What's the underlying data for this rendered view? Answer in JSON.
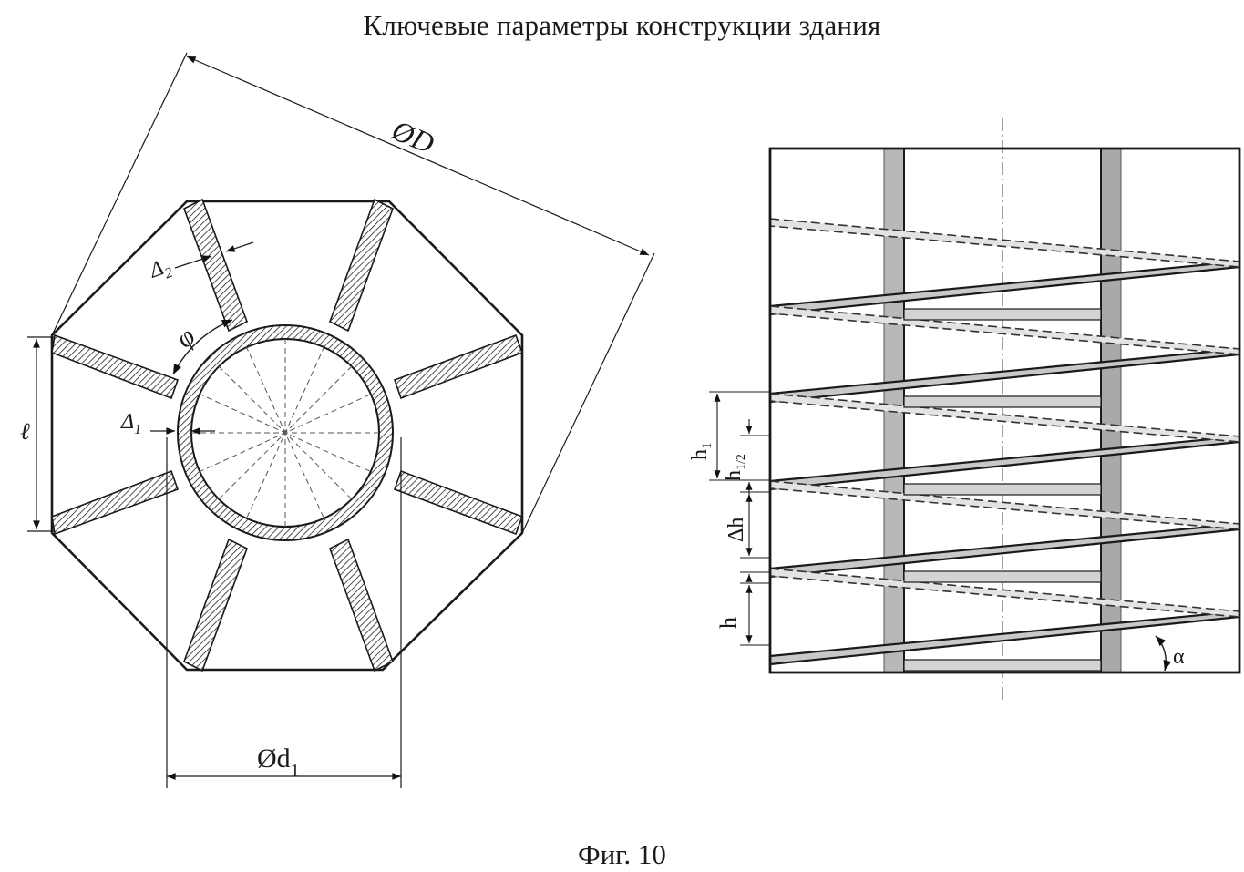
{
  "title": "Ключевые параметры конструкции здания",
  "caption": "Фиг. 10",
  "labels": {
    "outer_diameter": "ØD",
    "inner_diameter": "Ød",
    "inner_diameter_sub": "1",
    "wall_delta": "Δ",
    "wall_delta_sub": "2",
    "core_delta": "Δ",
    "core_delta_sub": "1",
    "angle_phi": "φ",
    "side_length": "ℓ",
    "height_h1": "h",
    "height_h1_sub": "1",
    "height_half": "h",
    "height_half_sub": "1/2",
    "delta_h": "Δh",
    "height_h": "h",
    "angle_alpha": "α"
  }
}
